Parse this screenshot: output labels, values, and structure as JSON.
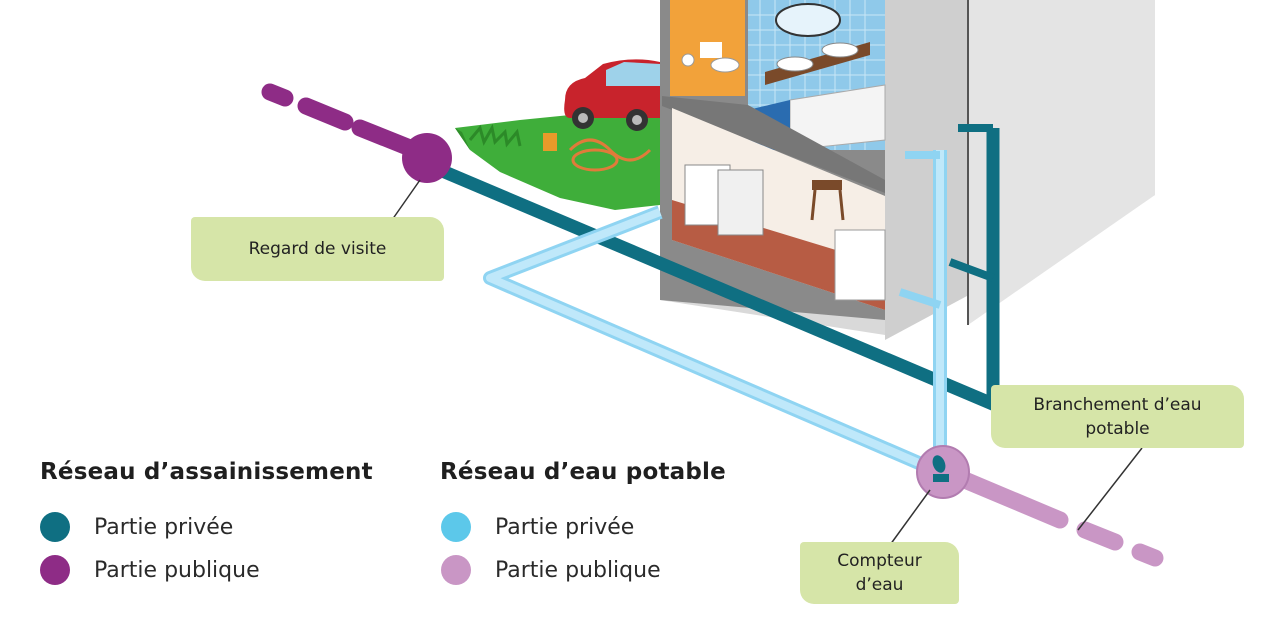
{
  "callouts": {
    "manhole": "Regard de visite",
    "water_connection": "Branchement d’eau potable",
    "water_meter": "Compteur d’eau"
  },
  "legend": {
    "sewer": {
      "title": "Réseau d’assainissement",
      "private": {
        "label": "Partie privée",
        "color": "#0f6f82"
      },
      "public": {
        "label": "Partie publique",
        "color": "#8e2c86"
      }
    },
    "drinking_water": {
      "title": "Réseau d’eau potable",
      "private": {
        "label": "Partie privée",
        "color": "#5cc8ea"
      },
      "public": {
        "label": "Partie publique",
        "color": "#c996c5"
      }
    }
  }
}
